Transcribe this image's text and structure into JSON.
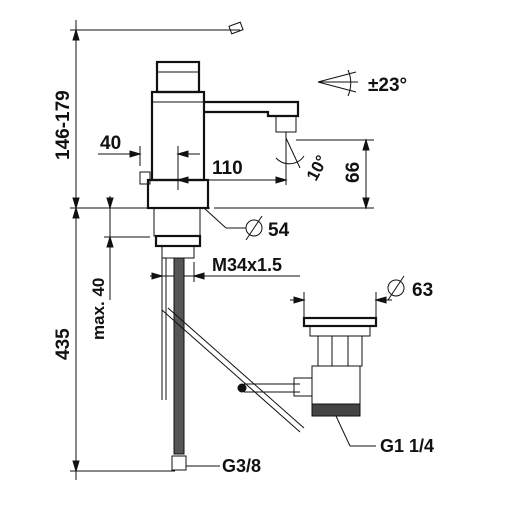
{
  "dimensions": {
    "height_range": "146-179",
    "reach": "110",
    "handle_offset": "40",
    "spout_height": "66",
    "spout_angle": "10°",
    "swivel_angle": "±23°",
    "base_diameter": "54",
    "mount_thread": "M34x1.5",
    "max_deck": "max. 40",
    "total_height": "435",
    "waste_diameter": "63",
    "supply_thread": "G3/8",
    "waste_thread": "G1 1/4"
  },
  "colors": {
    "line": "#111111",
    "background": "#ffffff"
  }
}
